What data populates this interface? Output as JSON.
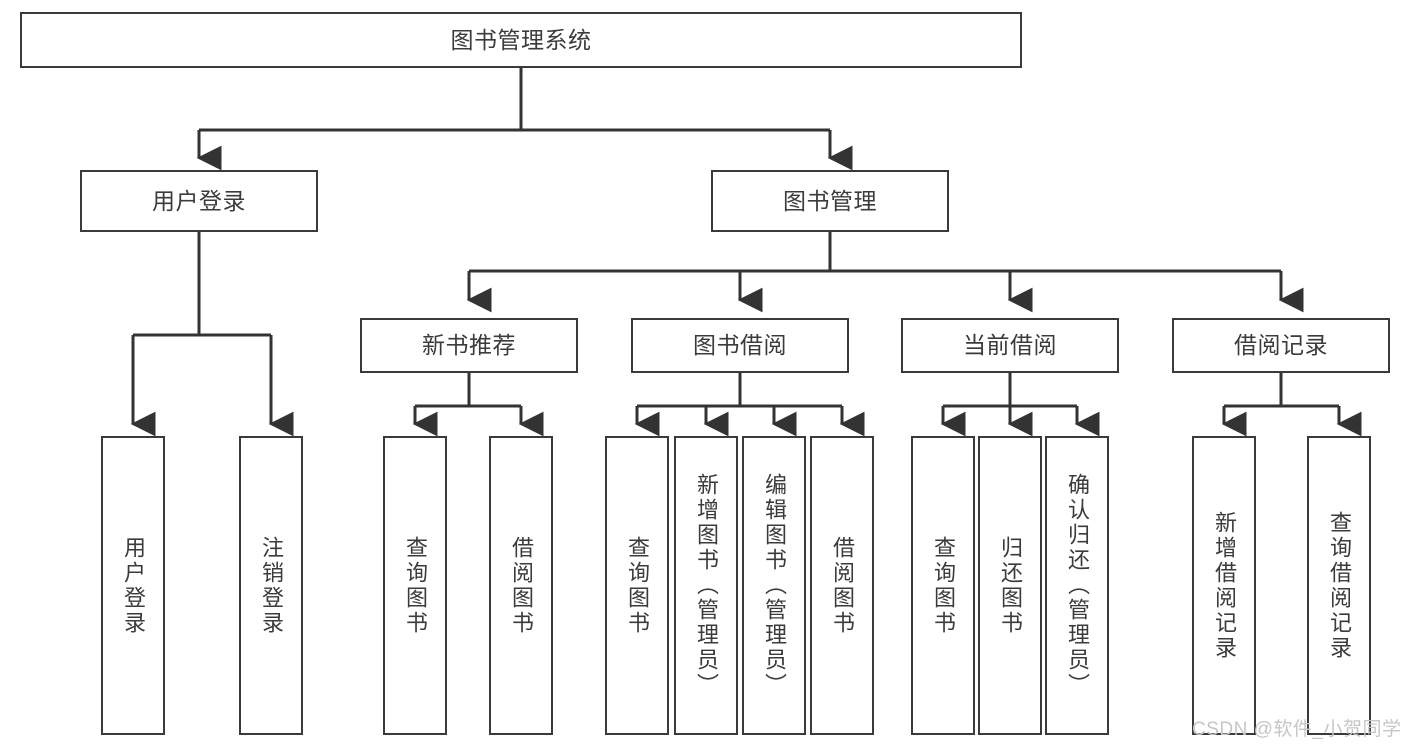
{
  "diagram": {
    "title": "图书管理系统",
    "type": "tree-hierarchy-chart",
    "root": {
      "label": "图书管理系统"
    },
    "level2": [
      {
        "label": "用户登录"
      },
      {
        "label": "图书管理"
      }
    ],
    "level3": [
      {
        "label": "新书推荐"
      },
      {
        "label": "图书借阅"
      },
      {
        "label": "当前借阅"
      },
      {
        "label": "借阅记录"
      }
    ],
    "leaves": {
      "user_login": [
        {
          "label": "用户登录"
        },
        {
          "label": "注销登录"
        }
      ],
      "new_book_recommend": [
        {
          "label": "查询图书"
        },
        {
          "label": "借阅图书"
        }
      ],
      "book_borrow": [
        {
          "label": "查询图书"
        },
        {
          "label": "新增图书（管理员）"
        },
        {
          "label": "编辑图书（管理员）"
        },
        {
          "label": "借阅图书"
        }
      ],
      "current_borrow": [
        {
          "label": "查询图书"
        },
        {
          "label": "归还图书"
        },
        {
          "label": "确认归还（管理员）"
        }
      ],
      "borrow_record": [
        {
          "label": "新增借阅记录"
        },
        {
          "label": "查询借阅记录"
        }
      ]
    }
  },
  "watermark": {
    "text": "CSDN @软件_小贺同学"
  },
  "colors": {
    "box_border": "#3a3a3a",
    "text": "#3b3b3b",
    "line": "#333333",
    "background": "#ffffff",
    "watermark": "#c6c6c6"
  }
}
